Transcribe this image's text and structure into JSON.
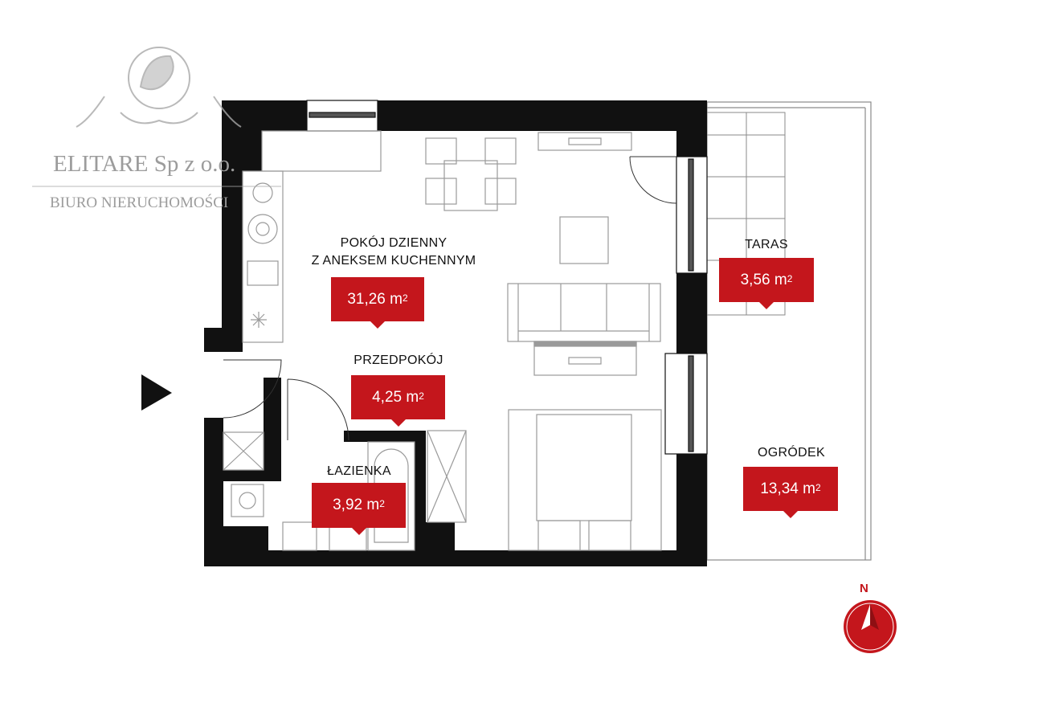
{
  "watermark": {
    "company": "ELITARE Sp z o.o.",
    "subtitle": "BIURO NIERUCHOMOŚCI"
  },
  "rooms": [
    {
      "id": "living",
      "name_line1": "POKÓJ DZIENNY",
      "name_line2": "Z ANEKSEM KUCHENNYM",
      "area": "31,26 m",
      "unit_sup": "2"
    },
    {
      "id": "hall",
      "name_line1": "PRZEDPOKÓJ",
      "area": "4,25 m",
      "unit_sup": "2"
    },
    {
      "id": "bath",
      "name_line1": "ŁAZIENKA",
      "area": "3,92 m",
      "unit_sup": "2"
    },
    {
      "id": "terrace",
      "name_line1": "TARAS",
      "area": "3,56 m",
      "unit_sup": "2"
    },
    {
      "id": "garden",
      "name_line1": "OGRÓDEK",
      "area": "13,34 m",
      "unit_sup": "2"
    }
  ],
  "compass": {
    "label": "N"
  },
  "colors": {
    "accent": "#c4161c",
    "wall": "#111111",
    "furniture": "#9a9a9a"
  },
  "icons": {
    "entrance": "entrance-arrow-icon",
    "compass": "compass-icon",
    "logo": "lion-logo-icon"
  }
}
